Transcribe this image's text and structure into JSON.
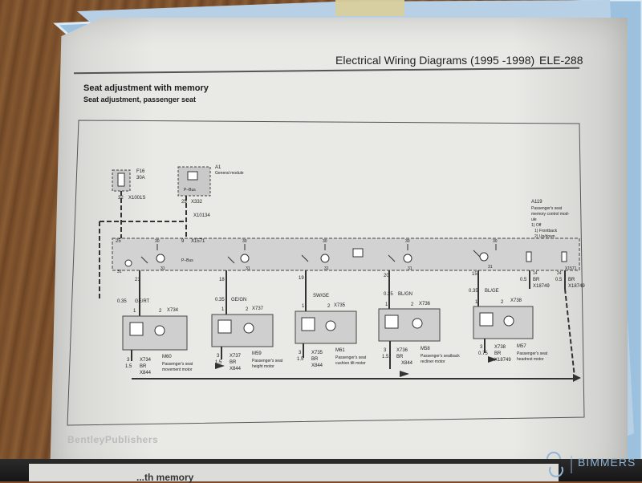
{
  "header": {
    "title": "Electrical Wiring Diagrams (1995 -1998)",
    "page_code": "ELE-288"
  },
  "titles": {
    "main": "Seat adjustment with memory",
    "sub": "Seat adjustment, passenger seat"
  },
  "fuse": {
    "id": "F16",
    "rating": "30A",
    "wire": "32",
    "connector": "X1001S"
  },
  "module_a1": {
    "id": "A1",
    "name": "General module",
    "bus": "P–Bus",
    "pin": "25",
    "connector": "X332",
    "splice": "X10134"
  },
  "bus_module": {
    "bus": "P–Bus",
    "left_pin": "25",
    "pbus_pin": "9",
    "connector": "X1571",
    "id": "A119",
    "desc": [
      "Passenger's seat",
      "memory control mod-",
      "ule",
      "1) Off",
      "1) Frontback",
      "2) Up/down"
    ]
  },
  "motors": [
    {
      "id": "M60",
      "pin_top": "21",
      "wire": "0.35",
      "color": "GE/RT",
      "conn": "X734",
      "pin_a": "3",
      "pin_b": "1.5",
      "color2": "BR",
      "ground": "X844",
      "desc": [
        "Passenger's seat",
        "movement motor"
      ]
    },
    {
      "id": "M59",
      "pin_top": "18",
      "wire": "0.35",
      "color": "GE/GN",
      "conn": "X737",
      "pin_a": "3",
      "pin_b": "1.5",
      "color2": "BR",
      "ground": "X844",
      "desc": [
        "Passenger's seat",
        "height motor"
      ]
    },
    {
      "id": "M61",
      "pin_top": "19",
      "wire": "0.35",
      "color": "SW/GE",
      "conn": "X735",
      "pin_a": "3",
      "pin_b": "1.5",
      "color2": "BR",
      "ground": "X844",
      "desc": [
        "Passenger's seat",
        "cushion tilt motor"
      ]
    },
    {
      "id": "M58",
      "pin_top": "20",
      "wire": "0.35",
      "color": "BL/GN",
      "conn": "X736",
      "pin_a": "3",
      "pin_b": "1.5",
      "color2": "BR",
      "ground": "X844",
      "desc": [
        "Passenger's seatback",
        "recliner motor"
      ]
    },
    {
      "id": "M57",
      "pin_top": "15",
      "wire": "0.35",
      "color": "BL/GE",
      "conn": "X738",
      "pin_a": "3",
      "pin_b": "0.75",
      "color2": "BR",
      "ground": "X18749",
      "desc": [
        "Passenger's seat",
        "headrest motor"
      ]
    }
  ],
  "right_outputs": [
    {
      "pin": "14",
      "wire": "0.5",
      "color": "BR",
      "conn": "X18749"
    },
    {
      "pin": "24",
      "wire": "0.5",
      "color": "BR",
      "conn": "X18749"
    }
  ],
  "right_connector": "X1571",
  "pin_labels": {
    "one": "1",
    "two": "2",
    "thirty": "30",
    "thirtyone": "31"
  },
  "footer": "BentleyPublishers",
  "bottom_text": "...th memory",
  "watermark": "BIMMERS",
  "colors": {
    "page": "#e9e9e6",
    "motor_box": "#cfcfcf",
    "wire": "#333333",
    "watermark": "#8fb4d6"
  }
}
